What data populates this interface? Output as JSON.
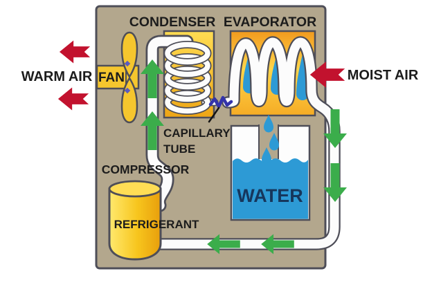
{
  "labels": {
    "condenser": "CONDENSER",
    "evaporator": "EVAPORATOR",
    "warm_air": "WARM AIR",
    "moist_air": "MOIST AIR",
    "fan": "FAN",
    "capillary_line1": "CAPILLARY",
    "capillary_line2": "TUBE",
    "compressor": "COMPRESSOR",
    "refrigerant": "REFRIGERANT",
    "water": "WATER"
  },
  "colors": {
    "background": "#FFFFFF",
    "cabinet_tan": "#B3A78D",
    "outline": "#4E4E58",
    "tube_white": "#FCFCFC",
    "component_yellow": "#F5C62E",
    "water_blue": "#2D9AD5",
    "water_text_navy": "#16365C",
    "airflow_green": "#3BAD4B",
    "air_red": "#C2122E",
    "capillary_indigo": "#3333AA",
    "label_black": "#1C1C1C"
  },
  "flow": {
    "warm_air_arrows": 2,
    "moist_air_arrows": 1,
    "green_up_arrows": 2,
    "green_down_arrows": 2,
    "green_left_arrows": 2,
    "water_drops": 3
  }
}
